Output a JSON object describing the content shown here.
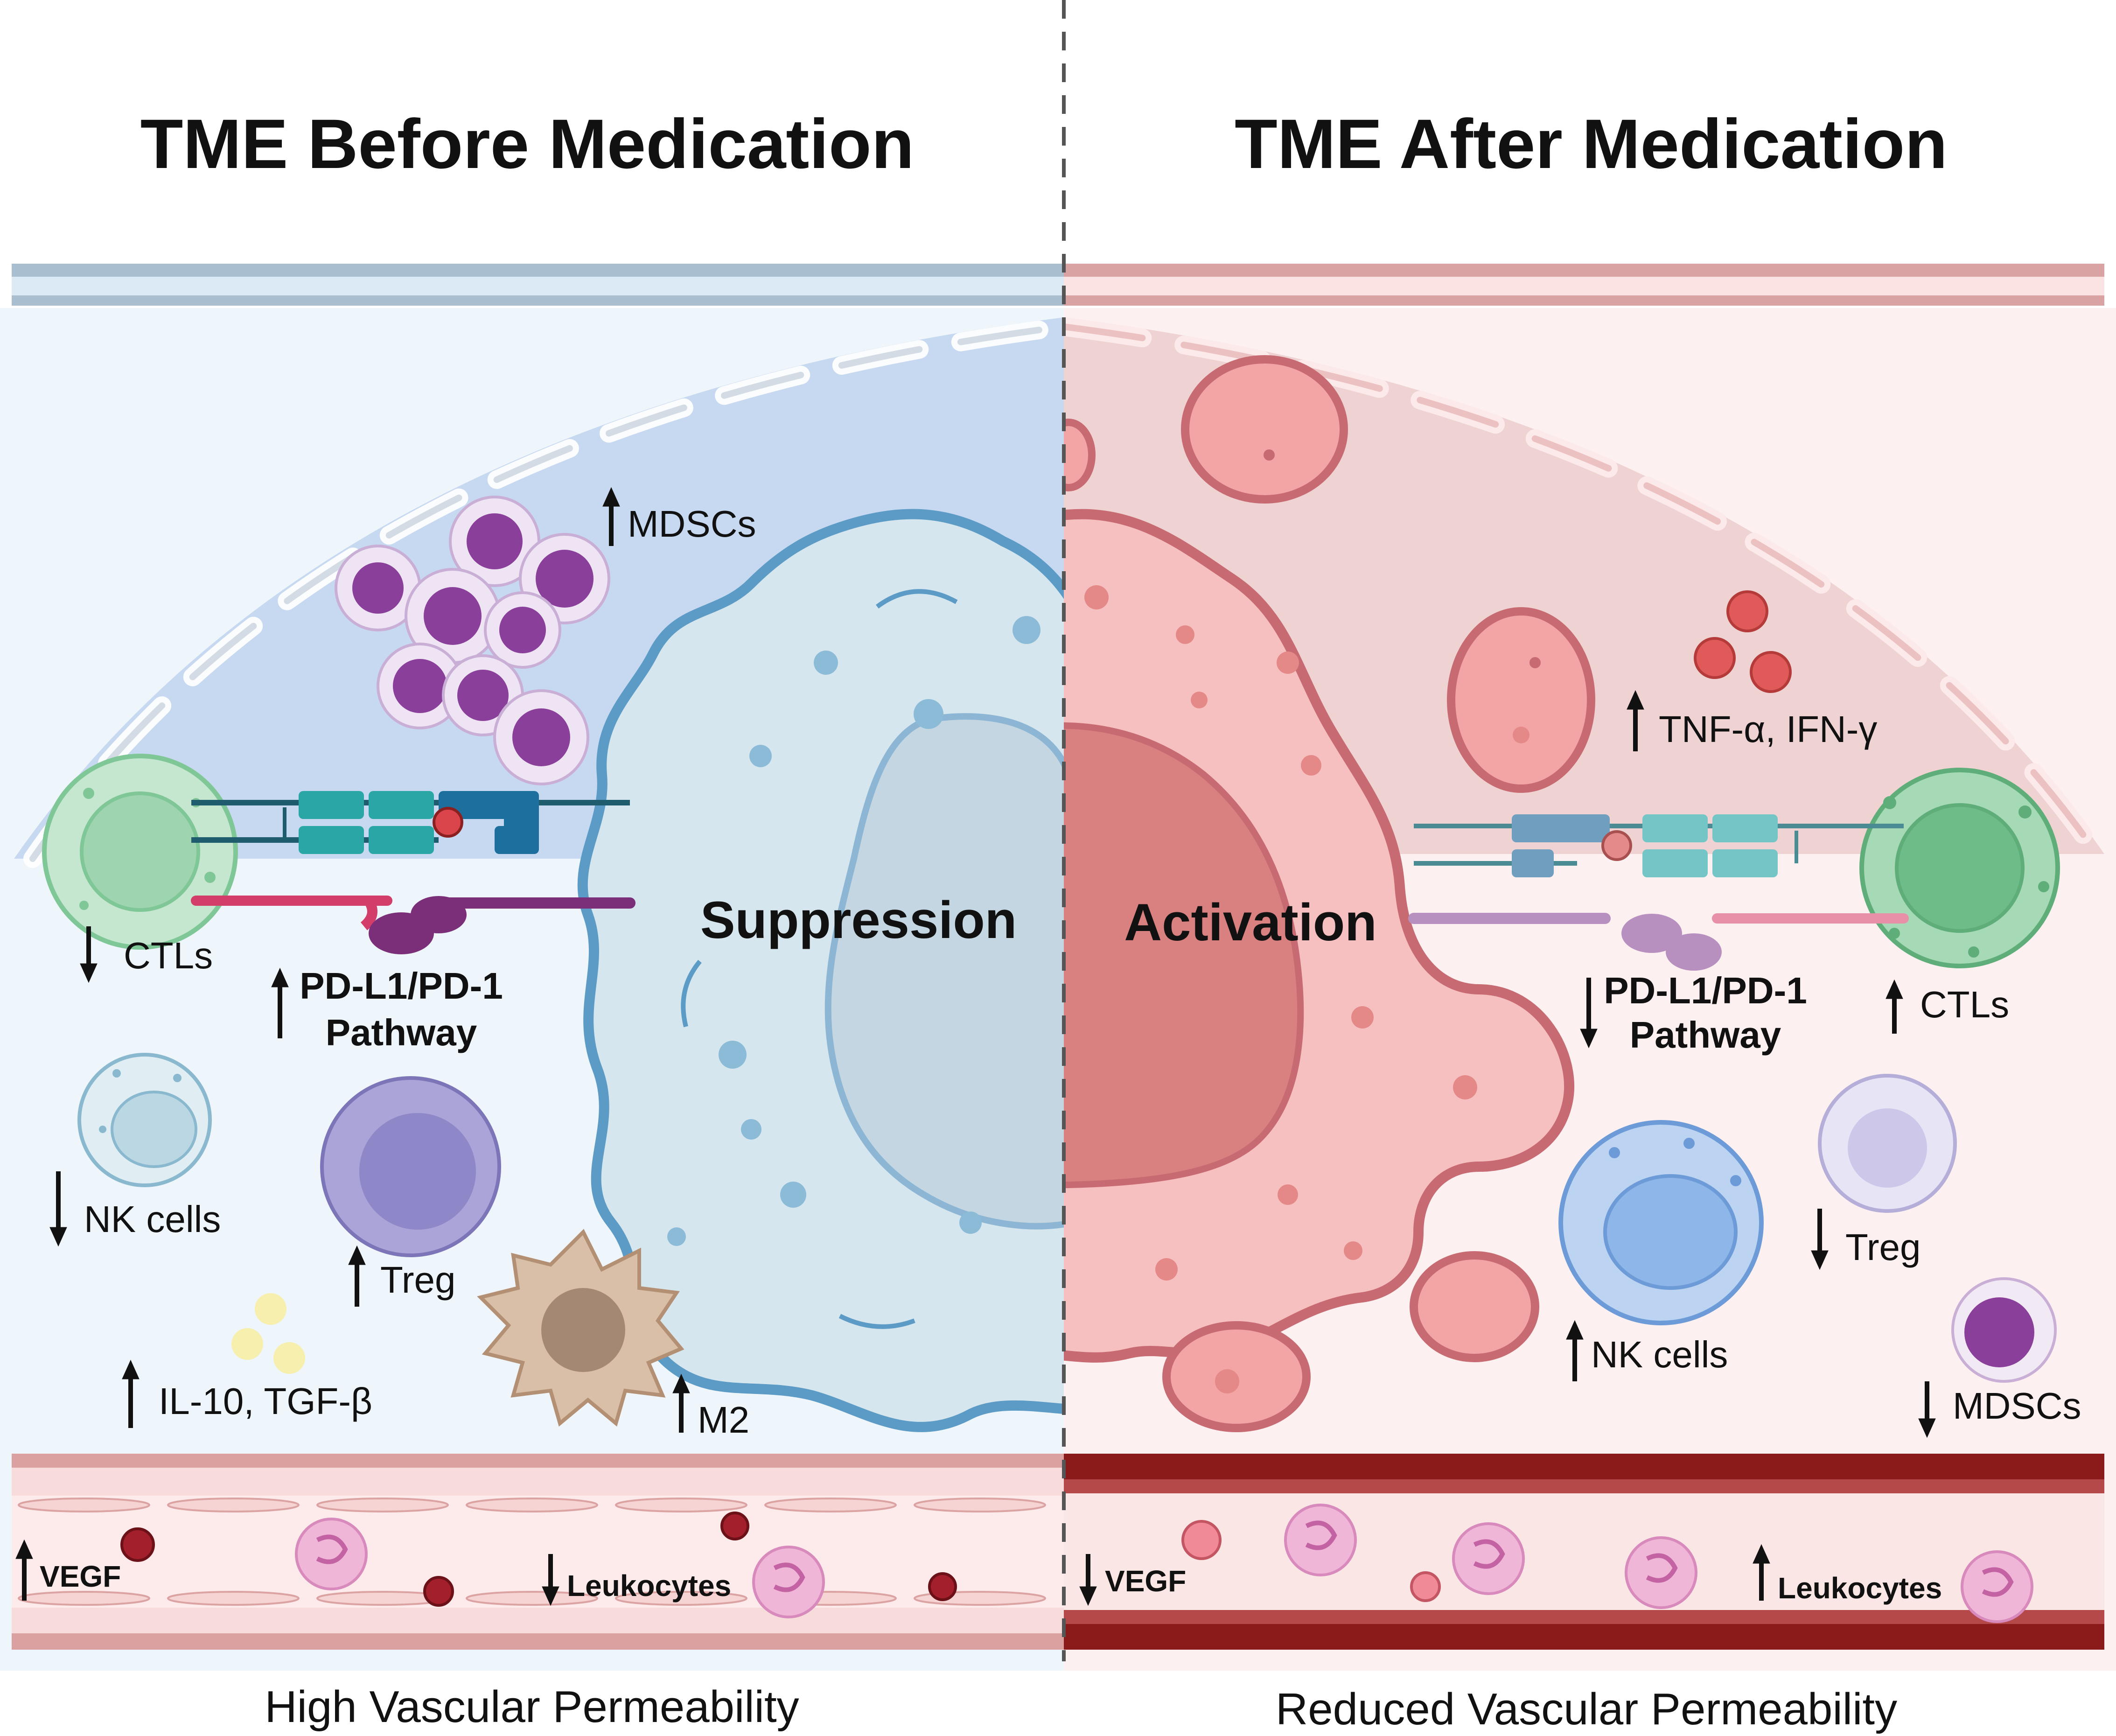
{
  "titles": {
    "before": "TME Before Medication",
    "after": "TME After Medication"
  },
  "center_labels": {
    "suppression": "Suppression",
    "activation": "Activation"
  },
  "before": {
    "mdscs": "MDSCs",
    "ctls": "CTLs",
    "pathway_line1": "PD-L1/PD-1",
    "pathway_line2": "Pathway",
    "nk_cells": "NK cells",
    "treg": "Treg",
    "cytokines": "IL-10, TGF-β",
    "m2": "M2",
    "vegf": "VEGF",
    "leukocytes": "Leukocytes",
    "permeability": "High Vascular Permeability"
  },
  "after": {
    "cytokines": "TNF-α, IFN-γ",
    "ctls": "CTLs",
    "pathway_line1": "PD-L1/PD-1",
    "pathway_line2": "Pathway",
    "treg": "Treg",
    "nk_cells": "NK cells",
    "mdscs": "MDSCs",
    "vegf": "VEGF",
    "leukocytes": "Leukocytes",
    "permeability": "Reduced Vascular Permeability"
  },
  "colors": {
    "left_bg": "#eef5fb",
    "left_dome": "#c7d9f0",
    "right_bg": "#fdf0f0",
    "right_dome": "#efd3d3",
    "tumor_blue": "#d6e6ee",
    "tumor_stroke": "#5b9bc5",
    "tumor_pink": "#f3b2b2",
    "tumor_pink_stroke": "#c86a72",
    "vessel_red": "#8b1a1a",
    "mdsc_purple": "#8a3f9a",
    "ctl_green": "#7fc796",
    "treg_purple": "#8e87c8",
    "nk_blue": "#8fb6e8"
  }
}
